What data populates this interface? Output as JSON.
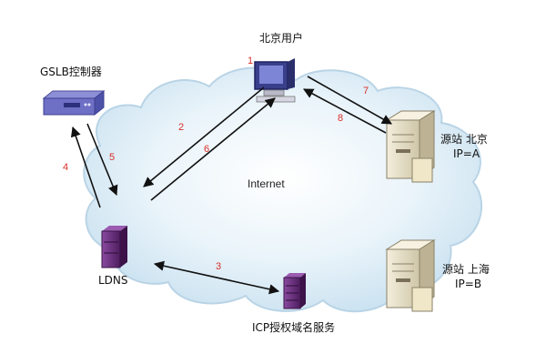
{
  "title": "北京用户",
  "cloud_label": "Internet",
  "nodes": {
    "gslb": {
      "label": "GSLB控制器",
      "icon": "gslb-controller-icon"
    },
    "user": {
      "label": "北京用户",
      "icon": "user-computer-icon"
    },
    "ldns": {
      "label": "LDNS",
      "icon": "ldns-server-icon"
    },
    "icp": {
      "label": "ICP授权域名服务",
      "icon": "icp-dns-server-icon"
    },
    "origin_bj": {
      "label": "源站 北京",
      "ip": "IP=A",
      "icon": "origin-server-icon"
    },
    "origin_sh": {
      "label": "源站 上海",
      "ip": "IP=B",
      "icon": "origin-server-icon"
    }
  },
  "steps": {
    "s1": "1",
    "s2": "2",
    "s3": "3",
    "s4": "4",
    "s5": "5",
    "s6": "6",
    "s7": "7",
    "s8": "8"
  },
  "colors": {
    "cloud_fill": "#d8ebf6",
    "cloud_stroke": "#c4dbea",
    "step_number": "#d9302a",
    "arrow": "#111111",
    "ldns_purple": "#6b2f7e",
    "server_body": "#e8e0c8"
  }
}
